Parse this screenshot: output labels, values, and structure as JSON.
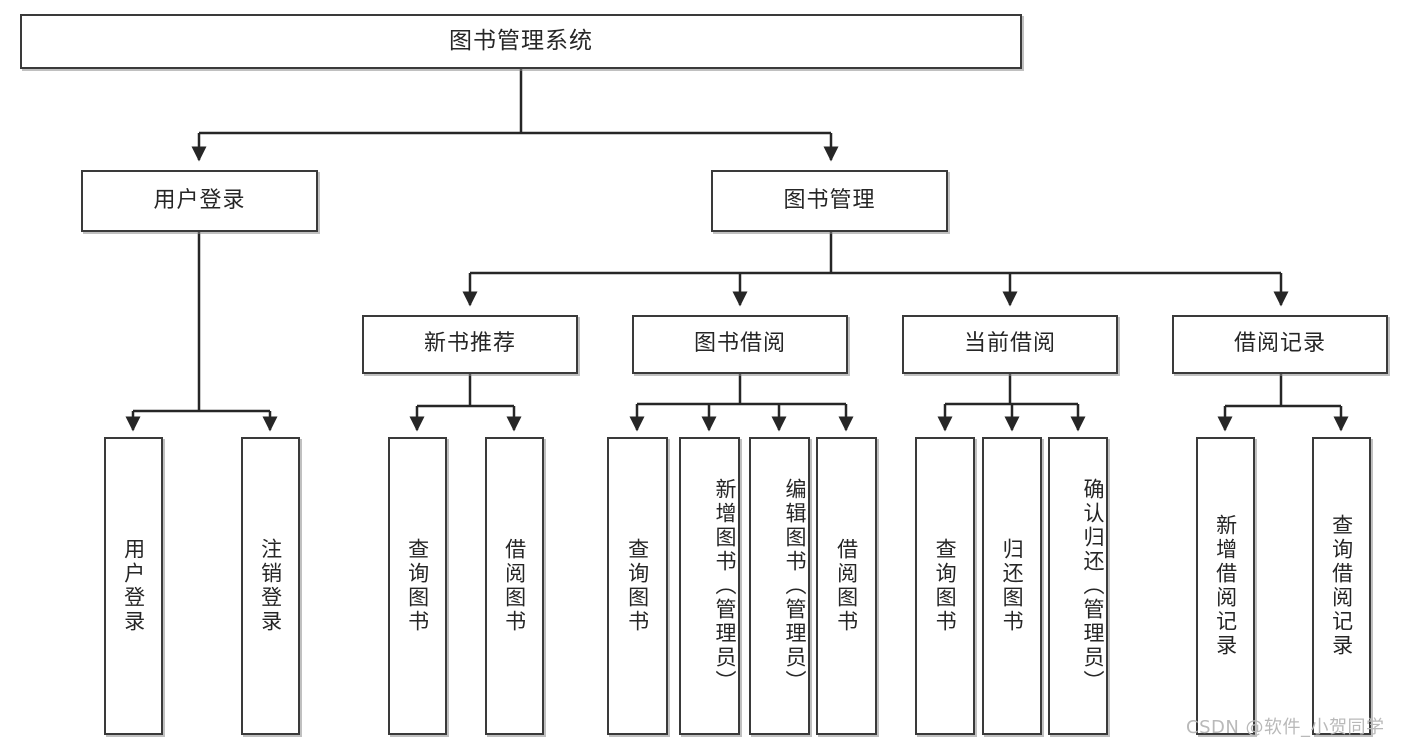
{
  "diagram": {
    "title": "图书管理系统",
    "type": "hierarchy-tree",
    "watermark": "CSDN @软件_小贺同学",
    "colors": {
      "box_border": "#3a3a3a",
      "box_fill": "#ffffff",
      "connector": "#262626",
      "text": "#262626",
      "watermark": "#b9b9b9"
    },
    "root": {
      "label": "图书管理系统"
    },
    "level2": [
      {
        "label": "用户登录"
      },
      {
        "label": "图书管理"
      }
    ],
    "level3": [
      {
        "label": "新书推荐"
      },
      {
        "label": "图书借阅"
      },
      {
        "label": "当前借阅"
      },
      {
        "label": "借阅记录"
      }
    ],
    "leaves": {
      "user_login": [
        {
          "label": "用户登录"
        },
        {
          "label": "注销登录"
        }
      ],
      "new_book": [
        {
          "label": "查询图书"
        },
        {
          "label": "借阅图书"
        }
      ],
      "book_borrow": [
        {
          "label": "查询图书"
        },
        {
          "label": "新增图书（管理员）"
        },
        {
          "label": "编辑图书（管理员）"
        },
        {
          "label": "借阅图书"
        }
      ],
      "current_borrow": [
        {
          "label": "查询图书"
        },
        {
          "label": "归还图书"
        },
        {
          "label": "确认归还（管理员）"
        }
      ],
      "borrow_record": [
        {
          "label": "新增借阅记录"
        },
        {
          "label": "查询借阅记录"
        }
      ]
    }
  }
}
